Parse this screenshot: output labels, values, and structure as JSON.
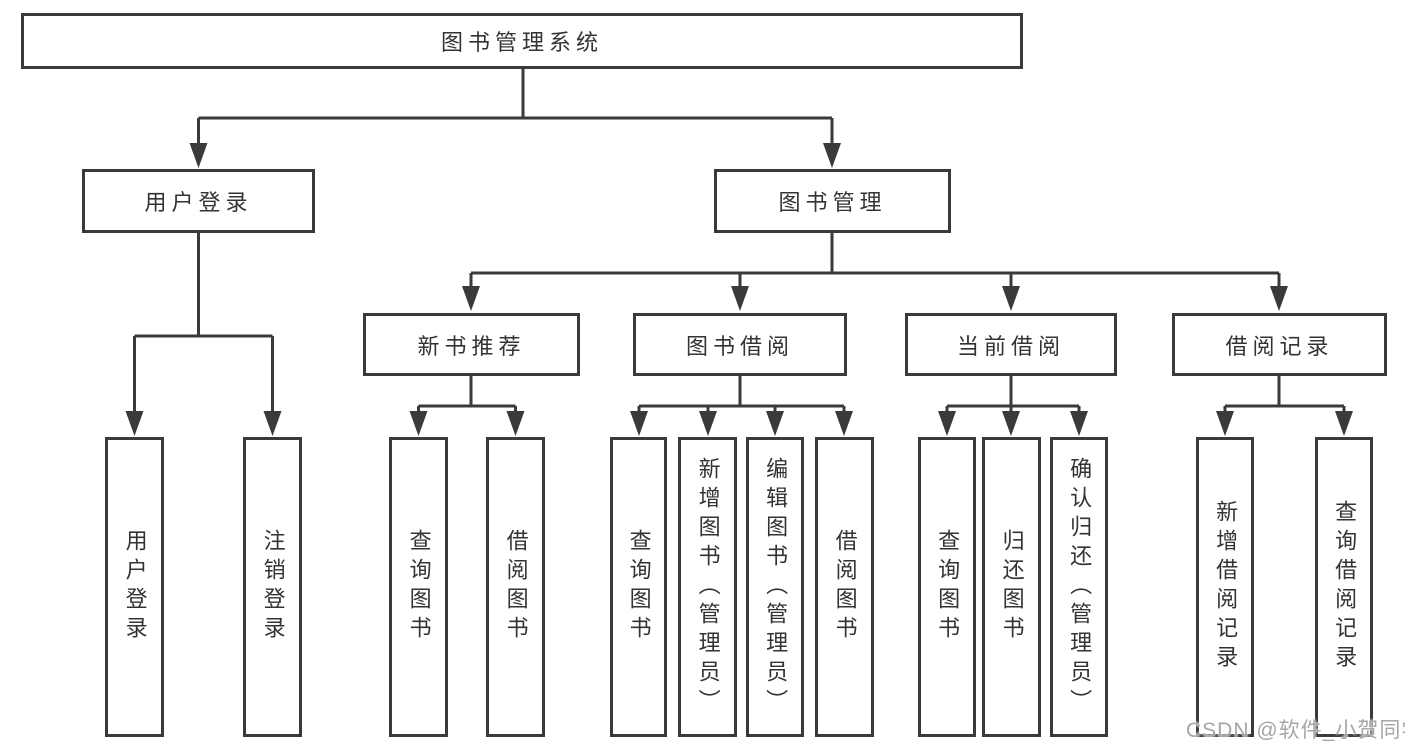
{
  "nodes": {
    "root": "图书管理系统",
    "userLogin": "用户登录",
    "bookMgmt": "图书管理",
    "newBookRec": "新书推荐",
    "bookBorrow": "图书借阅",
    "currentBorrow": "当前借阅",
    "borrowRecords": "借阅记录",
    "leafUserLogin": "用户登录",
    "leafLogout": "注销登录",
    "leafQueryBook1": "查询图书",
    "leafBorrowBook1": "借阅图书",
    "leafQueryBook2": "查询图书",
    "leafAddBook": "新增图书（管理员）",
    "leafEditBook": "编辑图书（管理员）",
    "leafBorrowBook2": "借阅图书",
    "leafQueryBook3": "查询图书",
    "leafReturnBook": "归还图书",
    "leafConfirmReturn": "确认归还（管理员）",
    "leafAddBorrowRecord": "新增借阅记录",
    "leafQueryBorrowRecord": "查询借阅记录"
  },
  "watermark": "CSDN @软件_小贺同学",
  "colors": {
    "line": "#3a3a3a",
    "text": "#333333",
    "background": "#ffffff",
    "watermark": "#a6a6a6"
  }
}
